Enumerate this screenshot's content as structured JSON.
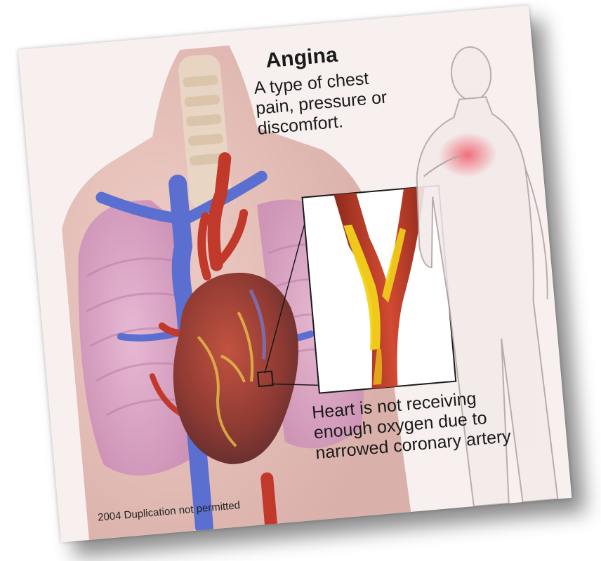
{
  "title": "Angina",
  "subtitle_lines": [
    "A type of chest",
    "pain, pressure or",
    "discomfort."
  ],
  "caption_lines": [
    "Heart is not receiving",
    "enough oxygen due to",
    "narrowed coronary artery"
  ],
  "credit": "2004 Duplication not permitted",
  "colors": {
    "background": "#f6efee",
    "artery_red": "#c0392b",
    "plaque_yellow": "#f2d21a",
    "vein_blue": "#5b6fd0",
    "lung_pink": "#d9a3c4"
  }
}
